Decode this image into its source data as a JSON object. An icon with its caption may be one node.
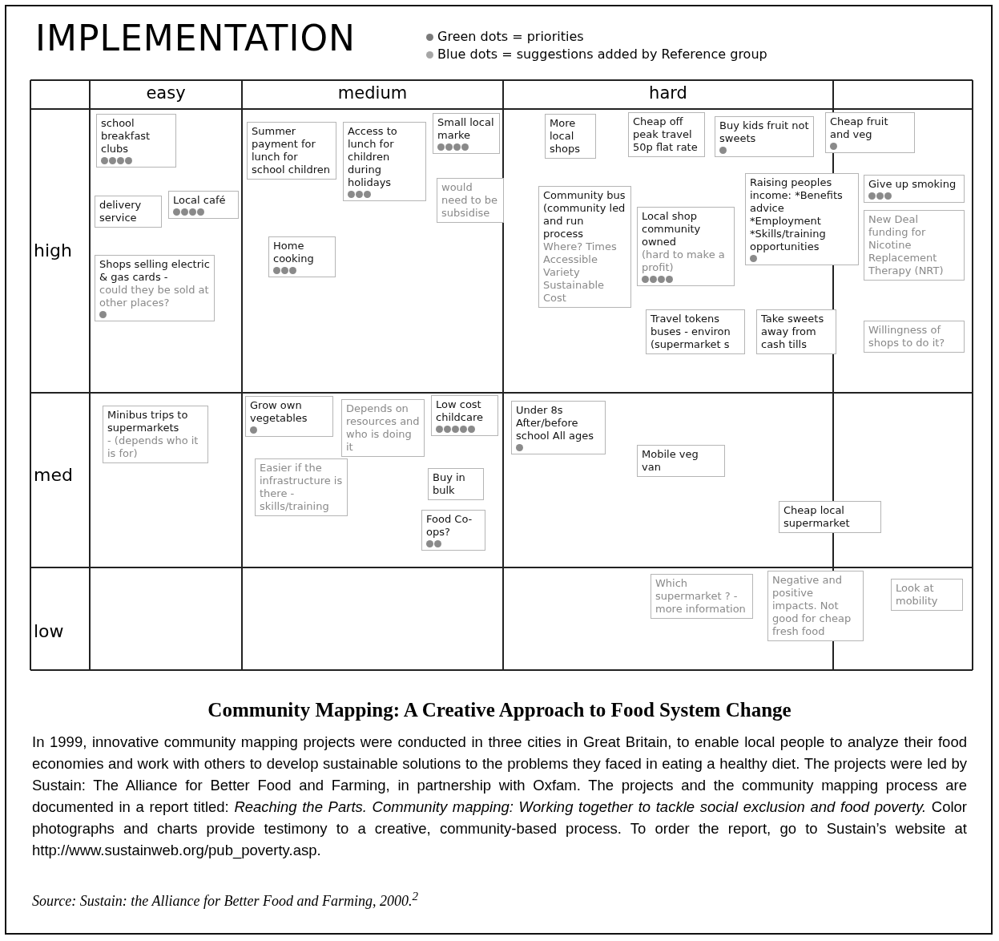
{
  "diagram": {
    "title": "IMPLEMENTATION",
    "nodes": [
      {
        "text": [
          "school breakfast clubs"
        ]
      },
      {
        "text": [
          "delivery service"
        ]
      },
      {
        "text": [
          "Local café"
        ]
      },
      {
        "text": [
          "Shops selling electric & gas cards -",
          "could they be sold at other places?"
        ]
      },
      {
        "text": [
          "Summer payment for lunch for school children"
        ]
      },
      {
        "text": [
          "Access to lunch for children during holidays"
        ]
      },
      {
        "text": [
          "Home cooking"
        ]
      },
      {
        "text": [
          "Small local marke"
        ]
      },
      {
        "text": [
          "would need to be subsidise"
        ]
      },
      {
        "text": [
          "More local shops"
        ]
      },
      {
        "text": [
          "Cheap off peak travel 50p flat rate"
        ]
      },
      {
        "text": [
          "Community bus (community led and run process",
          "Where? Times Accessible Variety Sustainable Cost"
        ]
      },
      {
        "text": [
          "Local shop community owned",
          "(hard to make a profit)"
        ]
      },
      {
        "text": [
          "Buy kids fruit not sweets"
        ]
      },
      {
        "text": [
          "Raising peoples income: *Benefits advice *Employment *Skills/training opportunities"
        ]
      },
      {
        "text": [
          "Cheap fruit and veg"
        ]
      },
      {
        "text": [
          "Give up smoking"
        ]
      },
      {
        "text": [
          "New Deal funding for Nicotine Replacement Therapy (NRT)"
        ]
      },
      {
        "text": [
          "Travel tokens buses - environ (supermarket s"
        ]
      },
      {
        "text": [
          "Take sweets away from cash tills"
        ]
      },
      {
        "text": [
          "Willingness of shops to do it?"
        ]
      },
      {
        "text": [
          "Minibus trips to supermarkets",
          "- (depends who it is for)"
        ]
      },
      {
        "text": [
          "Grow own vegetables"
        ]
      },
      {
        "text": [
          "Depends on resources and who is doing it"
        ]
      },
      {
        "text": [
          "Easier if the infrastructure is there - skills/training"
        ]
      },
      {
        "text": [
          "Low cost childcare"
        ]
      },
      {
        "text": [
          "Buy in bulk"
        ]
      },
      {
        "text": [
          "Food Co-ops?"
        ]
      },
      {
        "text": [
          "Under 8s After/before school All ages"
        ]
      },
      {
        "text": [
          "Mobile veg van"
        ]
      },
      {
        "text": [
          "Cheap local supermarket"
        ]
      },
      {
        "text": [
          "Which supermarket ? - more information"
        ]
      },
      {
        "text": [
          "Negative and positive impacts. Not good for cheap fresh food"
        ]
      },
      {
        "text": [
          "Look at mobility"
        ]
      }
    ],
    "labels": [
      "easy",
      "medium",
      "hard",
      "high",
      "med",
      "low",
      "Community Mapping: A Creative Approach to Food System Change",
      "In 1999, innovative community mapping projects were conducted in three cities in Great Britain, to enable local people to analyze their food economies and work with others to develop sustainable solutions to the problems they faced in eating a healthy diet. The projects were led by Sustain: The Alliance for Better Food and Farming, in partnership with Oxfam. The projects and the community mapping process are documented in a report titled: *Reaching the Parts. Community mapping: Working together to tackle social exclusion and food poverty.* Color photographs and charts provide testimony to a creative, community-based process. To order the report, go to Sustain’s website at http://www.sustainweb.org/pub_poverty.asp.",
      "Source: Sustain: the Alliance for Better Food and Farming, 2000.$^{2}$"
    ],
    "legend": [
      {
        "text": "Green dots = priorities",
        "color": "#7a7a7a"
      },
      {
        "text": "Blue dots = suggestions added by Reference group",
        "color": "#a6a6a6"
      }
    ]
  }
}
